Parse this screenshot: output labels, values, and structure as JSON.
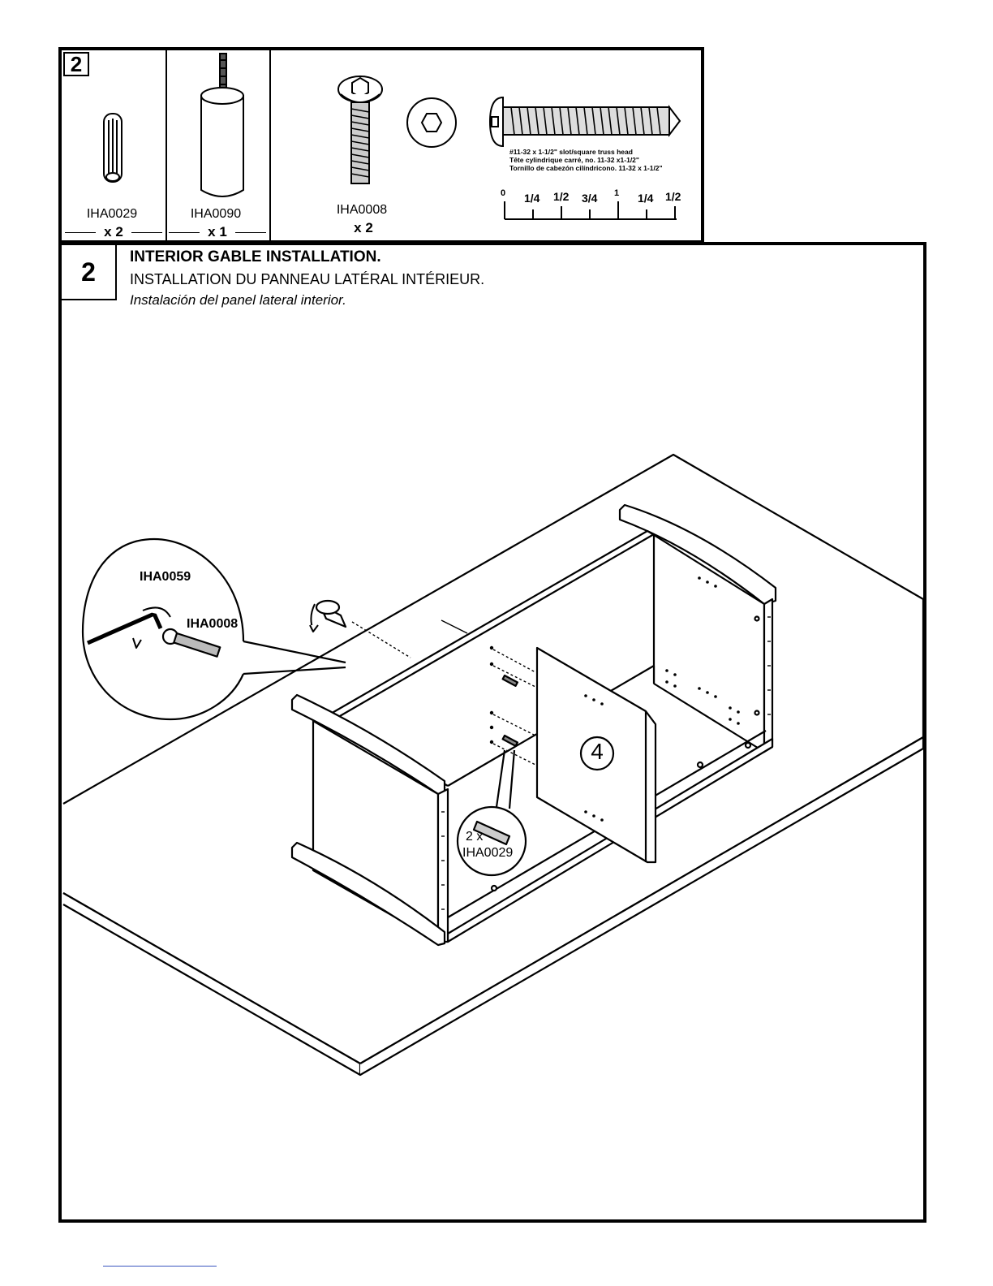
{
  "hardware": {
    "step_tag": "2",
    "parts": [
      {
        "code": "IHA0029",
        "qty": "x 2"
      },
      {
        "code": "IHA0090",
        "qty": "x 1"
      },
      {
        "code": "IHA0008",
        "qty": "x 2"
      }
    ],
    "truss_head": {
      "line1": "#11-32 x 1-1/2\" slot/square truss head",
      "line2": "Tête cylindrique carré, no. 11-32 x1-1/2\"",
      "line3": "Tornillo de cabezón cilíndricono. 11-32 x 1-1/2\""
    },
    "ruler": {
      "zero": "0",
      "ticks": [
        "1/4",
        "1/2",
        "3/4",
        "1",
        "1/4",
        "1/2"
      ]
    }
  },
  "step": {
    "number": "2",
    "title_en": "INTERIOR GABLE INSTALLATION.",
    "title_fr": "INSTALLATION DU PANNEAU LATÉRAL INTÉRIEUR.",
    "title_es": "Instalación del panel lateral interior."
  },
  "diagram": {
    "callout_tool": "IHA0059",
    "callout_screw": "IHA0008",
    "panel_number": "4",
    "dowel_qty": "2 x",
    "dowel_code": "IHA0029"
  }
}
